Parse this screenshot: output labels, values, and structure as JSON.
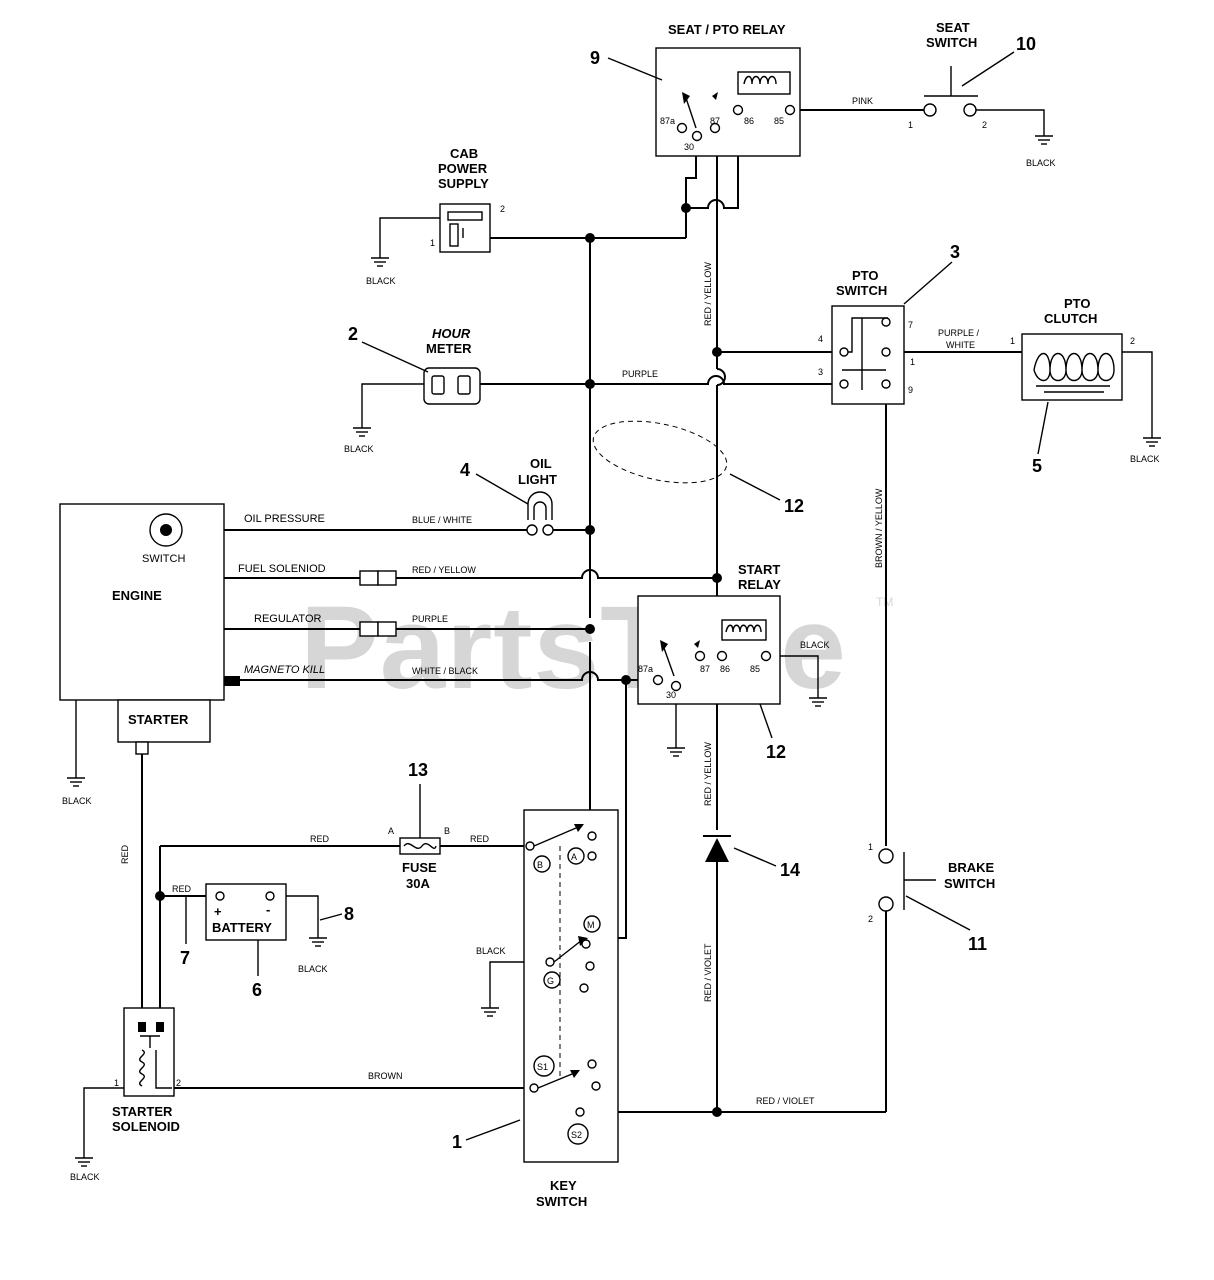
{
  "watermark": {
    "text": "PartsTree",
    "tm": "TM"
  },
  "components": {
    "seat_pto_relay": "SEAT / PTO RELAY",
    "seat_switch": [
      "SEAT",
      "SWITCH"
    ],
    "cab_power_supply": [
      "CAB",
      "POWER",
      "SUPPLY"
    ],
    "hour_meter": [
      "HOUR",
      "METER"
    ],
    "pto_switch": [
      "PTO",
      "SWITCH"
    ],
    "pto_clutch": [
      "PTO",
      "CLUTCH"
    ],
    "oil_light": [
      "OIL",
      "LIGHT"
    ],
    "engine": "ENGINE",
    "engine_switch": "SWITCH",
    "starter": "STARTER",
    "start_relay": [
      "START",
      "RELAY"
    ],
    "fuse": [
      "FUSE",
      "30A"
    ],
    "battery": "BATTERY",
    "brake_switch": [
      "BRAKE",
      "SWITCH"
    ],
    "starter_solenoid": [
      "STARTER",
      "SOLENOID"
    ],
    "key_switch": [
      "KEY",
      "SWITCH"
    ]
  },
  "wires": {
    "pink": "PINK",
    "black": "BLACK",
    "red_yellow": "RED / YELLOW",
    "purple": "PURPLE",
    "purple_white": [
      "PURPLE /",
      "WHITE"
    ],
    "oil_pressure": "OIL PRESSURE",
    "blue_white": "BLUE / WHITE",
    "fuel_solenoid": "FUEL SOLENIOD",
    "regulator": "REGULATOR",
    "magneto_kill": "MAGNETO KILL",
    "white_black": "WHITE / BLACK",
    "brown_yellow": "BROWN / YELLOW",
    "red": "RED",
    "brown": "BROWN",
    "red_violet": "RED / VIOLET"
  },
  "terminals": {
    "relay_pins": [
      "87a",
      "30",
      "87",
      "86",
      "85"
    ],
    "seat_switch": [
      "1",
      "2"
    ],
    "cab": [
      "1",
      "2"
    ],
    "pto_switch": [
      "4",
      "3",
      "7",
      "1",
      "9"
    ],
    "pto_clutch": [
      "1",
      "2"
    ],
    "fuse": [
      "A",
      "B"
    ],
    "battery": [
      "+",
      "-"
    ],
    "solenoid": [
      "1",
      "2"
    ],
    "brake_switch": [
      "1",
      "2"
    ],
    "key_switch": [
      "B",
      "A",
      "M",
      "G",
      "S1",
      "S2"
    ]
  },
  "callouts": [
    "1",
    "2",
    "3",
    "4",
    "5",
    "6",
    "7",
    "8",
    "9",
    "10",
    "11",
    "12",
    "12",
    "13",
    "14"
  ]
}
